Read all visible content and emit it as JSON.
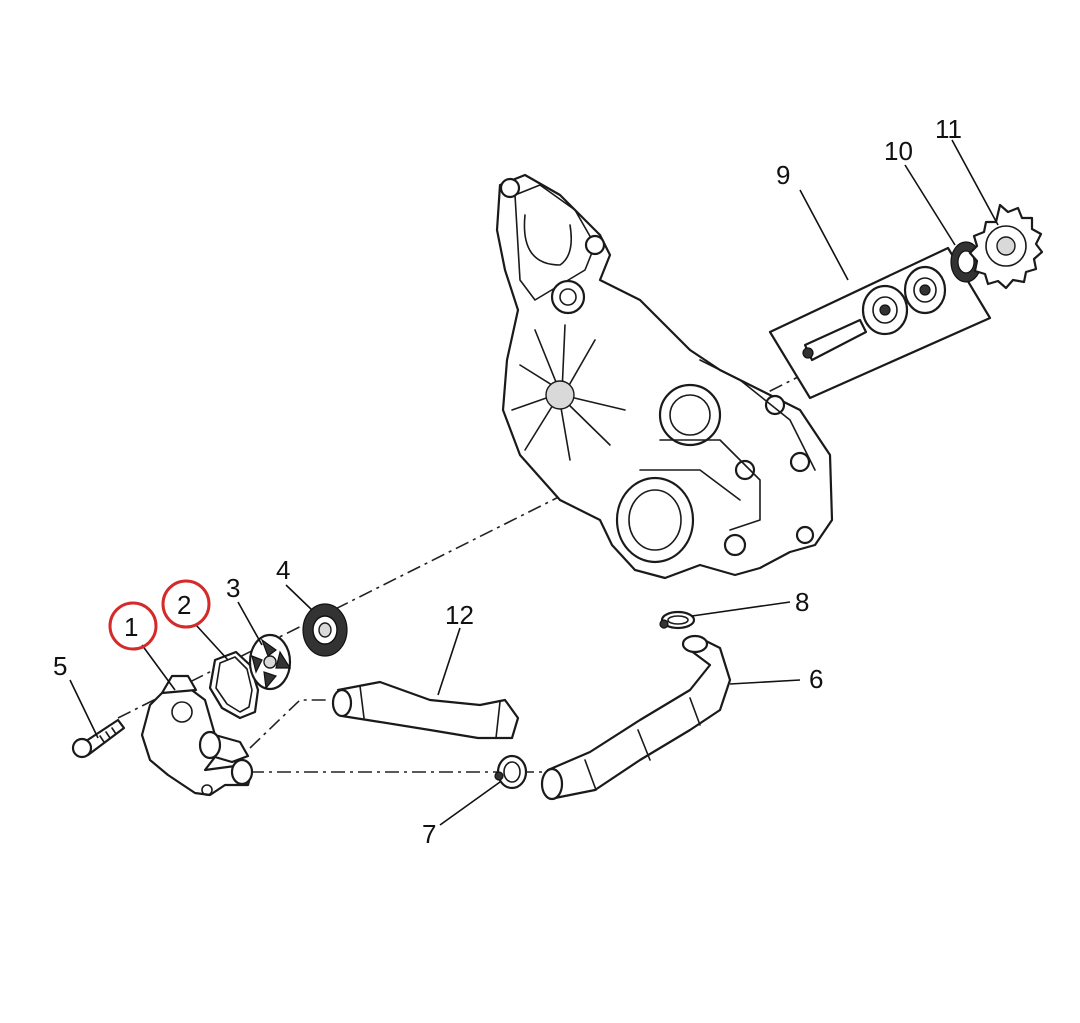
{
  "diagram": {
    "type": "exploded parts diagram",
    "callouts": [
      {
        "id": "1",
        "label": "1",
        "highlighted": true
      },
      {
        "id": "2",
        "label": "2",
        "highlighted": true
      },
      {
        "id": "3",
        "label": "3",
        "highlighted": false
      },
      {
        "id": "4",
        "label": "4",
        "highlighted": false
      },
      {
        "id": "5",
        "label": "5",
        "highlighted": false
      },
      {
        "id": "6",
        "label": "6",
        "highlighted": false
      },
      {
        "id": "7",
        "label": "7",
        "highlighted": false
      },
      {
        "id": "8",
        "label": "8",
        "highlighted": false
      },
      {
        "id": "9",
        "label": "9",
        "highlighted": false
      },
      {
        "id": "10",
        "label": "10",
        "highlighted": false
      },
      {
        "id": "11",
        "label": "11",
        "highlighted": false
      },
      {
        "id": "12",
        "label": "12",
        "highlighted": false
      }
    ]
  },
  "colors": {
    "highlight_circle": "#d42a2a",
    "line": "#1a1a1a",
    "background": "#ffffff"
  }
}
